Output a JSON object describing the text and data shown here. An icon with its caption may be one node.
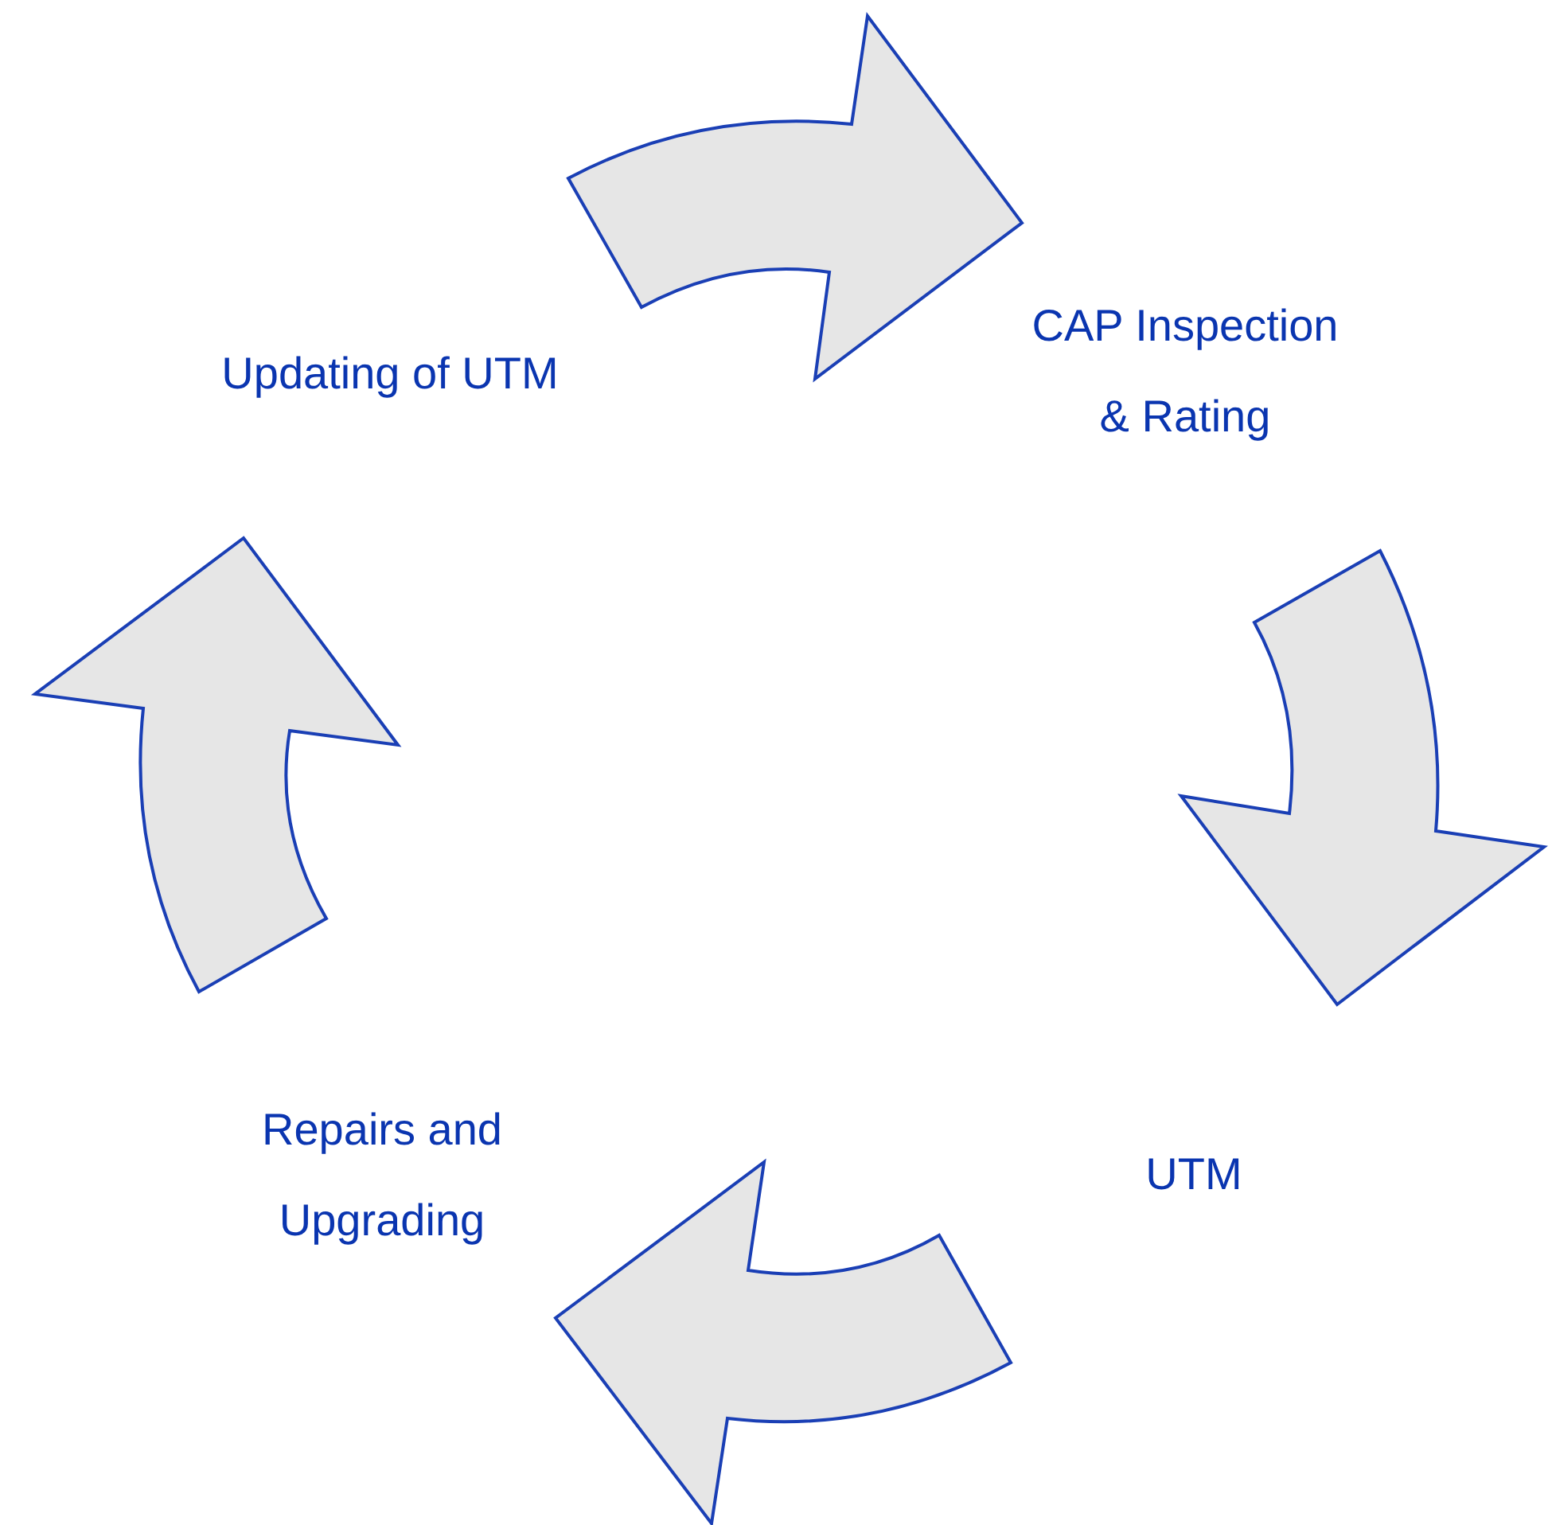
{
  "diagram": {
    "nodes": [
      {
        "text": [
          "Updating of UTM"
        ]
      },
      {
        "text": [
          "CAP Inspection & Rating"
        ]
      },
      {
        "text": [
          "UTM"
        ]
      },
      {
        "text": [
          "Repairs and Upgrading"
        ]
      }
    ],
    "edges": [
      {
        "from": 0,
        "to": 1,
        "arrow": "to"
      },
      {
        "from": 1,
        "to": 2,
        "arrow": "to"
      },
      {
        "from": 2,
        "to": 3,
        "arrow": "to"
      },
      {
        "from": 3,
        "to": 0,
        "arrow": "to"
      }
    ]
  }
}
